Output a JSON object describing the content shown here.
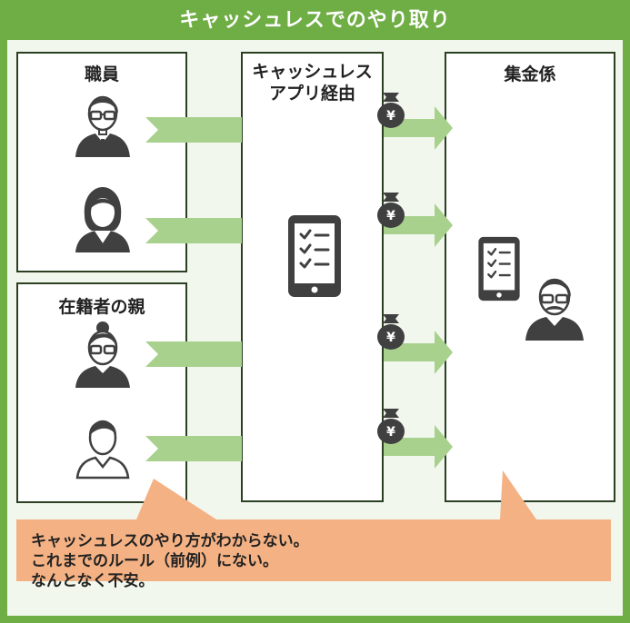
{
  "title": "キャッシュレスでのやり取り",
  "groups": {
    "staff": {
      "label": "職員"
    },
    "parents": {
      "label": "在籍者の親"
    }
  },
  "app": {
    "label_line1": "キャッシュレス",
    "label_line2": "アプリ経由"
  },
  "collector": {
    "label": "集金係"
  },
  "currency_symbol": "¥",
  "comment": {
    "lines": [
      "キャッシュレスのやり方がわからない。",
      "これまでのルール（前例）にない。",
      "なんとなく不安。"
    ]
  },
  "colors": {
    "header_green": "#6fad45",
    "arrow_green": "#a9d18e",
    "bubble_orange": "#f4b183",
    "icon_dark": "#404040"
  }
}
